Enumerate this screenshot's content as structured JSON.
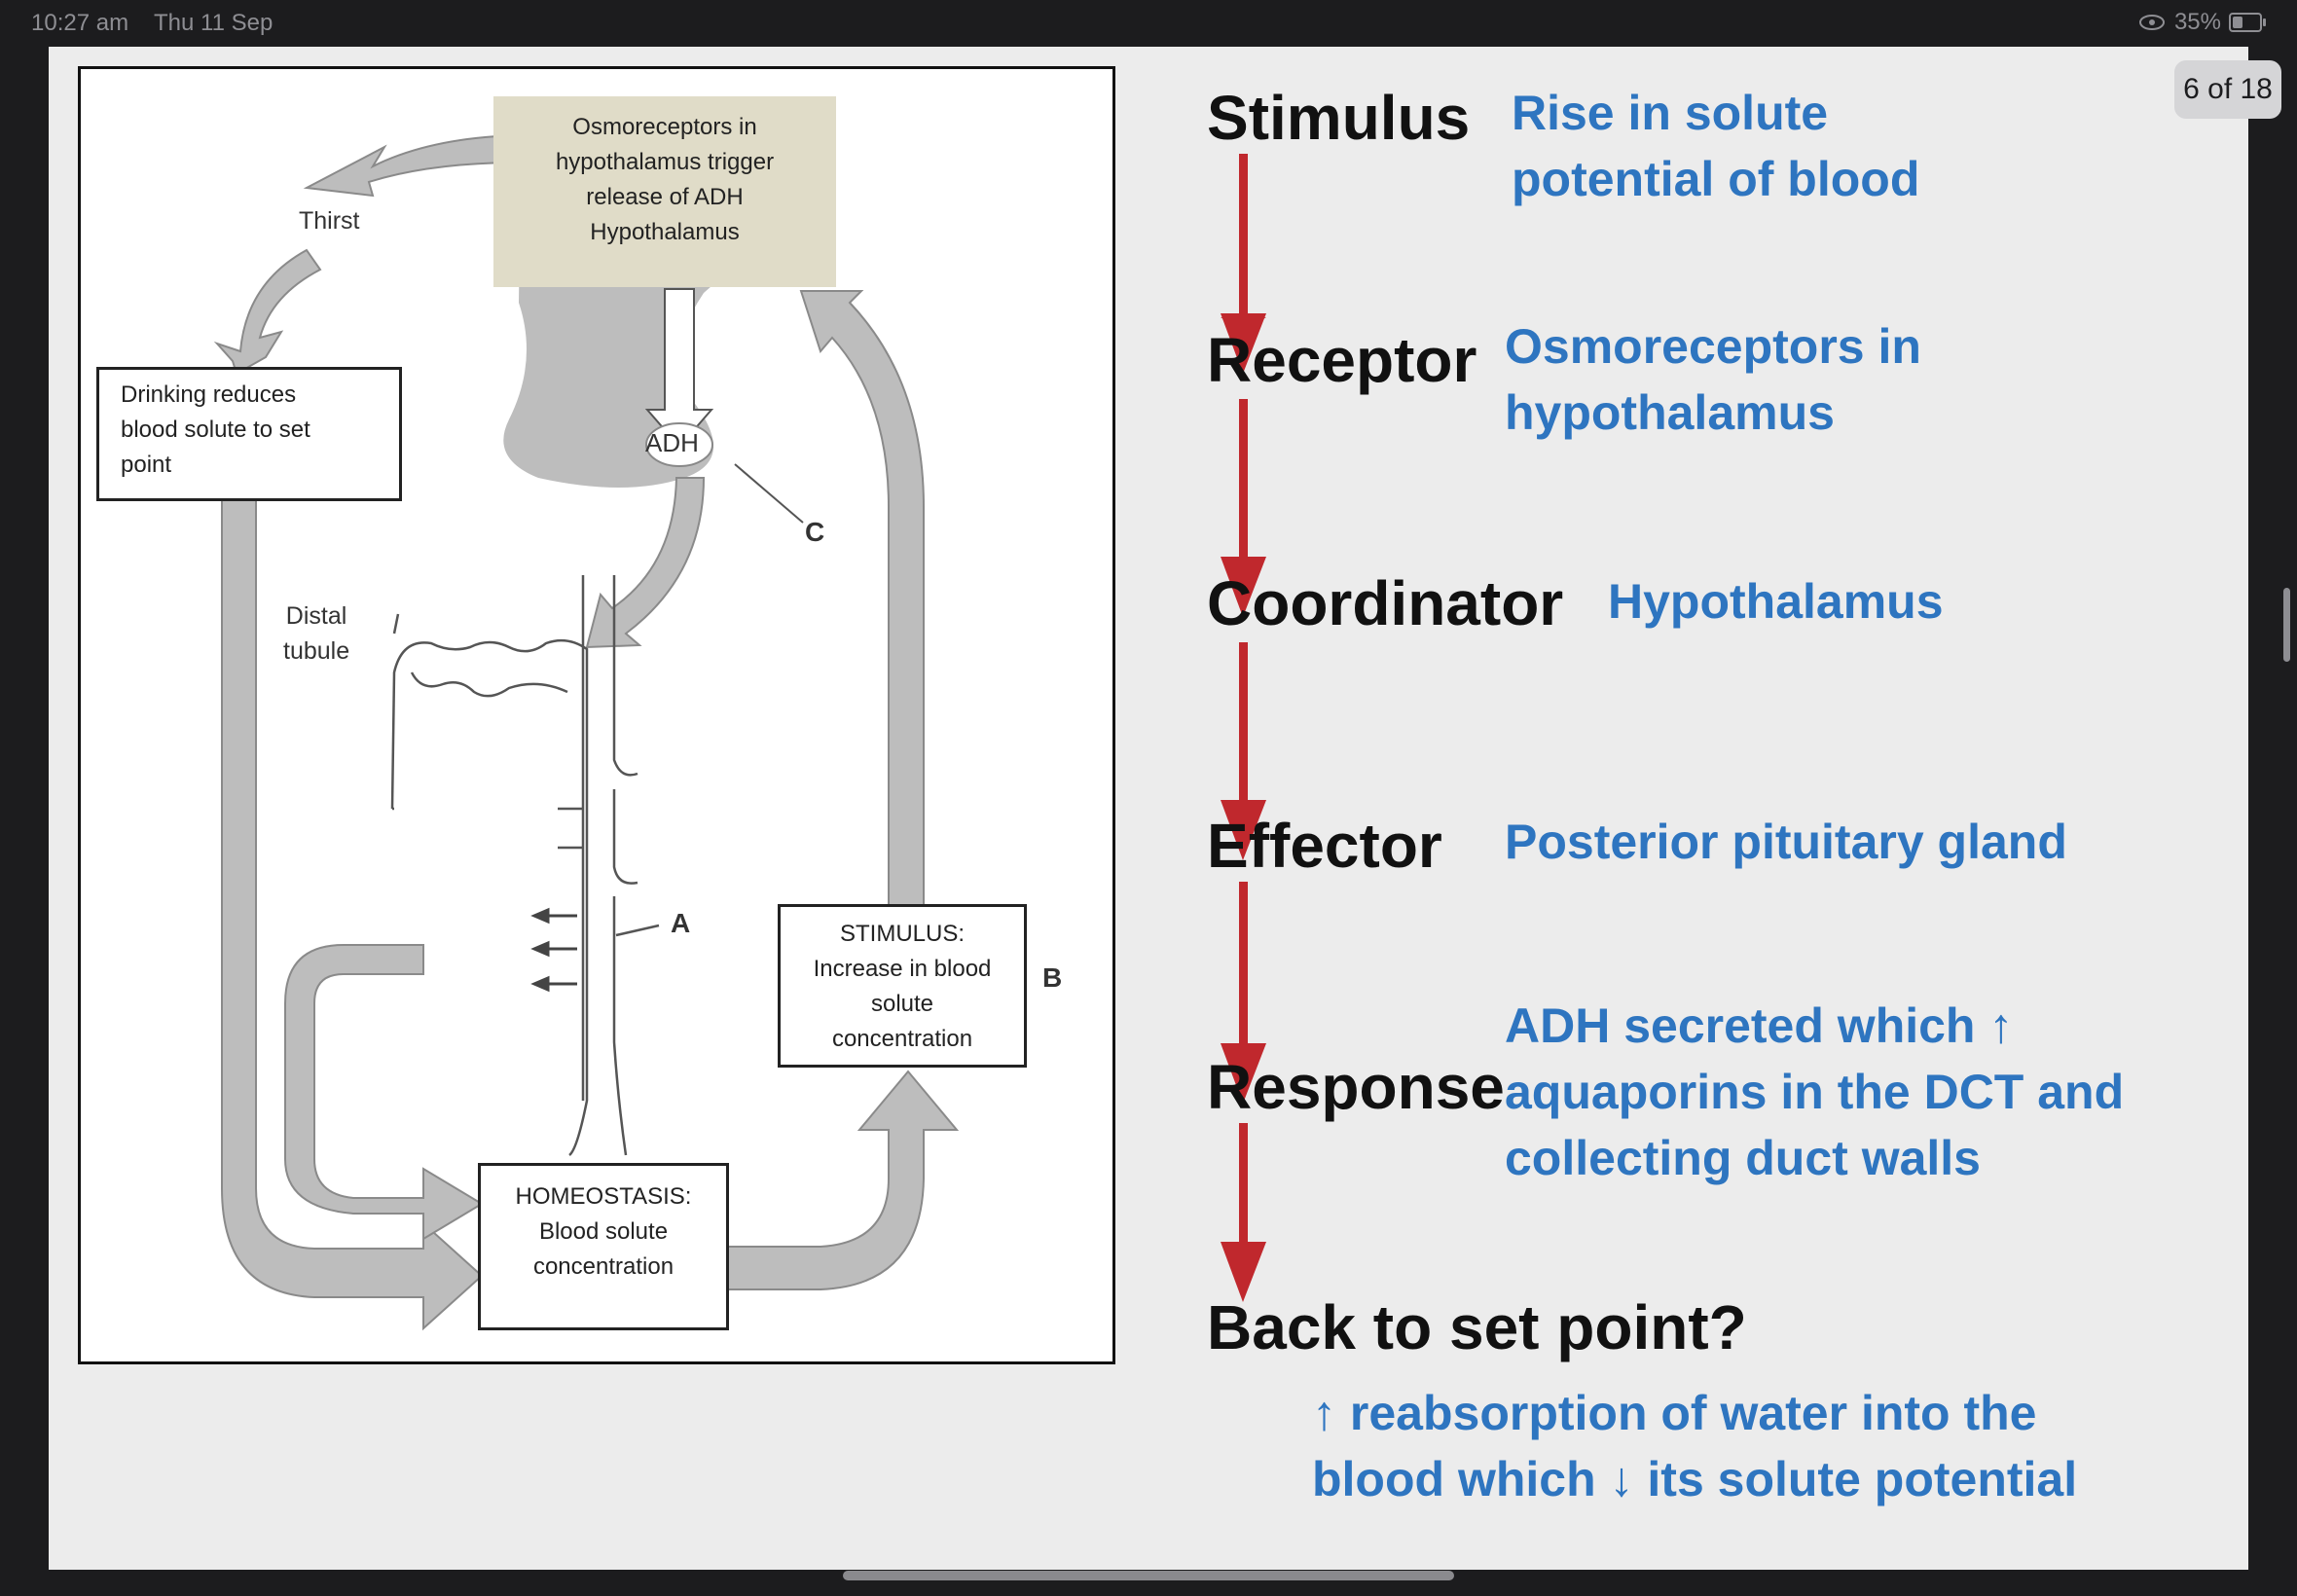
{
  "status_bar": {
    "time": "10:27 am",
    "date": "Thu 11 Sep",
    "battery": "35%"
  },
  "viewer": {
    "page_indicator": "6 of 18"
  },
  "diagram": {
    "top_box": [
      "Osmoreceptors in",
      "hypothalamus trigger",
      "release of ADH",
      "Hypothalamus"
    ],
    "thirst": "Thirst",
    "drinking_box": [
      "Drinking reduces",
      "blood solute to set",
      "point"
    ],
    "adh": "ADH",
    "distal_tubule": [
      "Distal",
      "tubule"
    ],
    "stimulus_box": [
      "STIMULUS:",
      "Increase in blood",
      "solute",
      "concentration"
    ],
    "homeostasis_box": [
      "HOMEOSTASIS:",
      "Blood solute",
      "concentration"
    ],
    "label_a": "A",
    "label_b": "B",
    "label_c": "C"
  },
  "flow": {
    "stimulus": {
      "term": "Stimulus",
      "desc": [
        "Rise in solute",
        "potential of blood"
      ]
    },
    "receptor": {
      "term": "Receptor",
      "desc": [
        "Osmoreceptors in",
        "hypothalamus"
      ]
    },
    "coordinator": {
      "term": "Coordinator",
      "desc": [
        "Hypothalamus"
      ]
    },
    "effector": {
      "term": "Effector",
      "desc": [
        "Posterior pituitary gland"
      ]
    },
    "response": {
      "term": "Response",
      "desc": [
        "ADH secreted which ↑",
        "aquaporins in the DCT and",
        "collecting duct walls"
      ]
    },
    "back": {
      "term": "Back to set point?",
      "desc": [
        "↑ reabsorption of water into the",
        "blood which ↓ its solute potential"
      ]
    }
  },
  "colors": {
    "arrow_red": "#c0282d",
    "desc_blue": "#2e75c0",
    "diagram_grey": "#bdbdbd"
  }
}
